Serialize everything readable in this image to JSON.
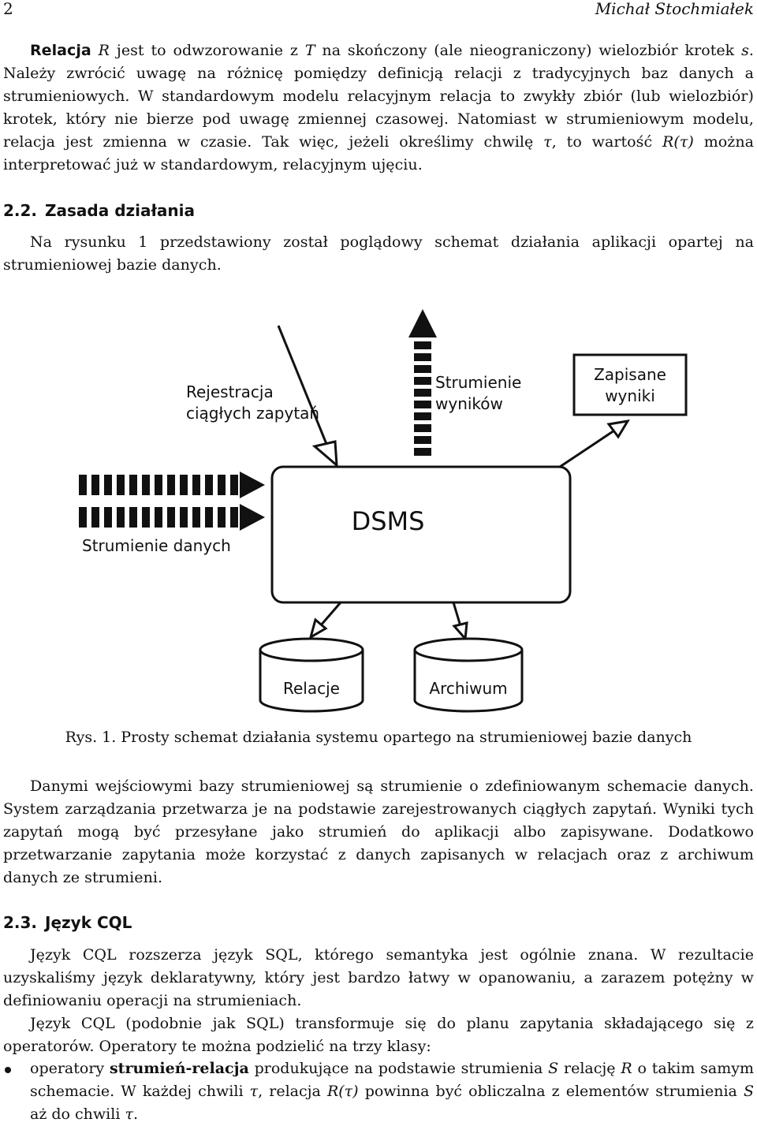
{
  "header": {
    "page_number": "2",
    "author": "Michał Stochmiałek"
  },
  "para1": {
    "lead": "Relacja",
    "r1": "R",
    "t1": " jest to odwzorowanie z ",
    "tcal": "T",
    "t2": " na skończony (ale nieograniczony) wielozbiór krotek ",
    "s": "s",
    "t3": ". Należy zwrócić uwagę na różnicę pomiędzy definicją relacji z tradycyjnych baz danych a strumieniowych. W standardowym modelu relacyjnym relacja to zwykły zbiór (lub wielozbiór) krotek, który nie bierze pod uwagę zmiennej czasowej. Natomiast w strumieniowym modelu, relacja jest zmienna w czasie. Tak więc, jeżeli określimy chwilę ",
    "tau": "τ",
    "t4": ", to wartość ",
    "rtau": "R(τ)",
    "t5": " można interpretować już w standardowym, relacyjnym ujęciu."
  },
  "section_2_2": {
    "number": "2.2.",
    "title": "Zasada działania"
  },
  "para2": "Na rysunku 1 przedstawiony został poglądowy schemat działania aplikacji opartej na strumieniowej bazie danych.",
  "diagram": {
    "central": "DSMS",
    "reg_line1": "Rejestracja",
    "reg_line2": "ciągłych zapytań",
    "res_line1": "Strumienie",
    "res_line2": "wyników",
    "saved_line1": "Zapisane",
    "saved_line2": "wyniki",
    "streams": "Strumienie danych",
    "db1": "Relacje",
    "db2": "Archiwum"
  },
  "caption": "Rys. 1. Prosty schemat działania systemu opartego na strumieniowej bazie danych",
  "para3": "Danymi wejściowymi bazy strumieniowej są strumienie o zdefiniowanym schemacie danych. System zarządzania przetwarza je na podstawie zarejestrowanych ciągłych zapytań. Wyniki tych zapytań mogą być przesyłane jako strumień do aplikacji albo zapisywane. Dodatkowo przetwarzanie zapytania może korzystać z danych zapisanych w relacjach oraz z archiwum danych ze strumieni.",
  "section_2_3": {
    "number": "2.3.",
    "title": "Język CQL"
  },
  "para4": "Język CQL rozszerza język SQL, którego semantyka jest ogólnie znana. W rezultacie uzyskaliśmy język deklaratywny, który jest bardzo łatwy w opanowaniu, a zarazem potężny w definiowaniu operacji na strumieniach.",
  "para5": "Język CQL (podobnie jak SQL) transformuje się do planu zapytania składającego się z operatorów. Operatory te można podzielić na trzy klasy:",
  "bullet1": {
    "t1": "operatory ",
    "bold": "strumień-relacja",
    "t2": " produkujące na podstawie strumienia ",
    "S1": "S",
    "t3": " relację ",
    "R1": "R",
    "t4": " o takim samym schemacie. W każdej chwili ",
    "tau": "τ",
    "t5": ", relacja ",
    "Rtau": "R(τ)",
    "t6": " powinna być obliczalna z elementów strumienia ",
    "S2": "S",
    "t7": " aż do chwili ",
    "tau2": "τ",
    "t8": "."
  }
}
